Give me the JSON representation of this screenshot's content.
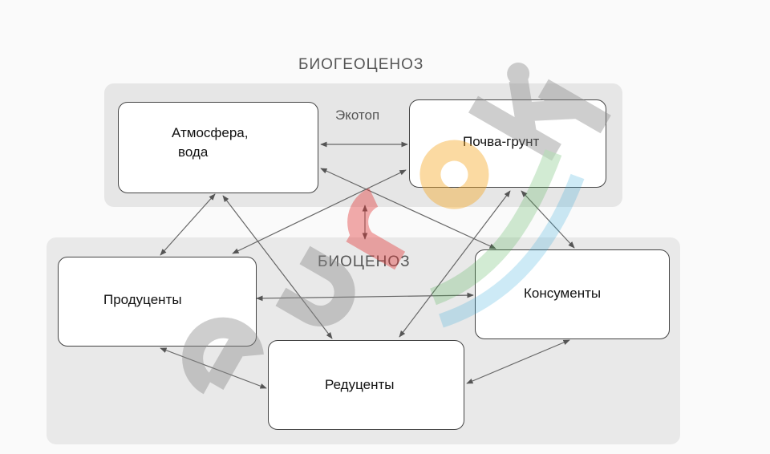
{
  "titles": {
    "biogeocenoz": "БИОГЕОЦЕНОЗ",
    "ekotop": "Экотоп",
    "biocenoz": "БИОЦЕНОЗ"
  },
  "nodes": {
    "atmosphere": {
      "line1": "Атмосфера,",
      "line2": "вода"
    },
    "soil": "Почва-грунт",
    "producers": "Продуценты",
    "consumers": "Консументы",
    "reducers": "Редуценты"
  },
  "watermark": {
    "text": "euroki",
    "colors": [
      "#8a8a8a",
      "#e23a3a",
      "#f5a623",
      "#4caf50",
      "#2aa8d8"
    ]
  }
}
